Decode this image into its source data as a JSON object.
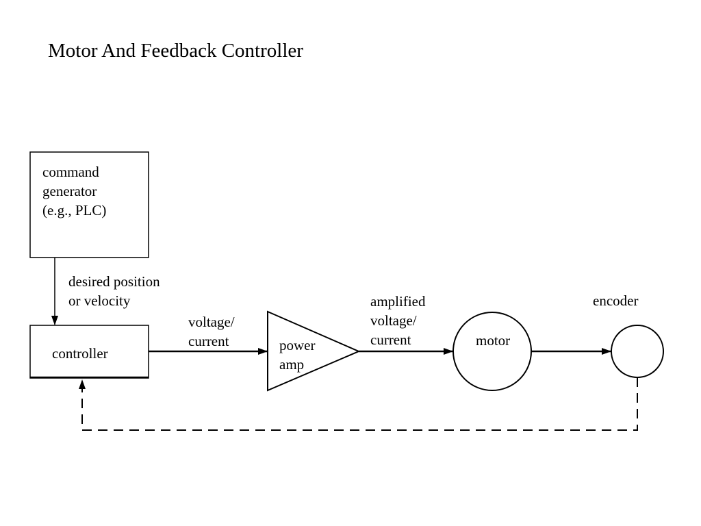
{
  "title": "Motor And Feedback Controller",
  "blocks": {
    "command_generator": [
      "command",
      "generator",
      "(e.g., PLC)"
    ],
    "controller": "controller",
    "power_amp": [
      "power",
      "amp"
    ],
    "motor": "motor",
    "encoder": "encoder"
  },
  "signals": {
    "command_to_controller": [
      "desired position",
      "or velocity"
    ],
    "controller_to_amp": [
      "voltage/",
      "current"
    ],
    "amp_to_motor": [
      "amplified",
      "voltage/",
      "current"
    ]
  },
  "colors": {
    "stroke": "#000000",
    "background": "#ffffff"
  }
}
